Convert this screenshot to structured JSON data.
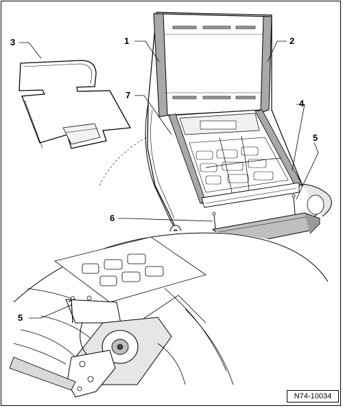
{
  "figure": {
    "reference_code": "N74-10034",
    "callouts": {
      "c1": "1",
      "c2": "2",
      "c3": "3",
      "c4": "4",
      "c5_top": "5",
      "c6": "6",
      "c7": "7",
      "c5_detail": "5"
    }
  },
  "colors": {
    "line": "#000000",
    "panel_fill": "#bfbfbf",
    "mat_fill": "#ffffff",
    "frame_fill": "#a9a9a9",
    "background": "#ffffff"
  }
}
